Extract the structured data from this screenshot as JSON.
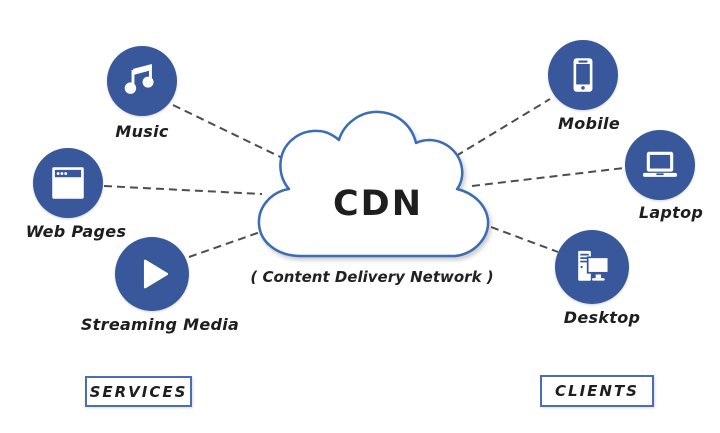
{
  "diagram": {
    "title": "CDN",
    "subtitle": "( Content Delivery Network )"
  },
  "services": {
    "group_label": "SERVICES",
    "items": [
      {
        "label": "Music",
        "icon": "music-note-icon"
      },
      {
        "label": "Web Pages",
        "icon": "browser-window-icon"
      },
      {
        "label": "Streaming Media",
        "icon": "play-icon"
      }
    ]
  },
  "clients": {
    "group_label": "CLIENTS",
    "items": [
      {
        "label": "Mobile",
        "icon": "smartphone-icon"
      },
      {
        "label": "Laptop",
        "icon": "laptop-icon"
      },
      {
        "label": "Desktop",
        "icon": "desktop-computer-icon"
      }
    ]
  },
  "colors": {
    "node_blue": "#39589b",
    "cloud_stroke": "#3c6cb4",
    "box_border": "#4a6db3",
    "dashed_line": "#4d4d4d",
    "text": "#1e1e1e"
  }
}
